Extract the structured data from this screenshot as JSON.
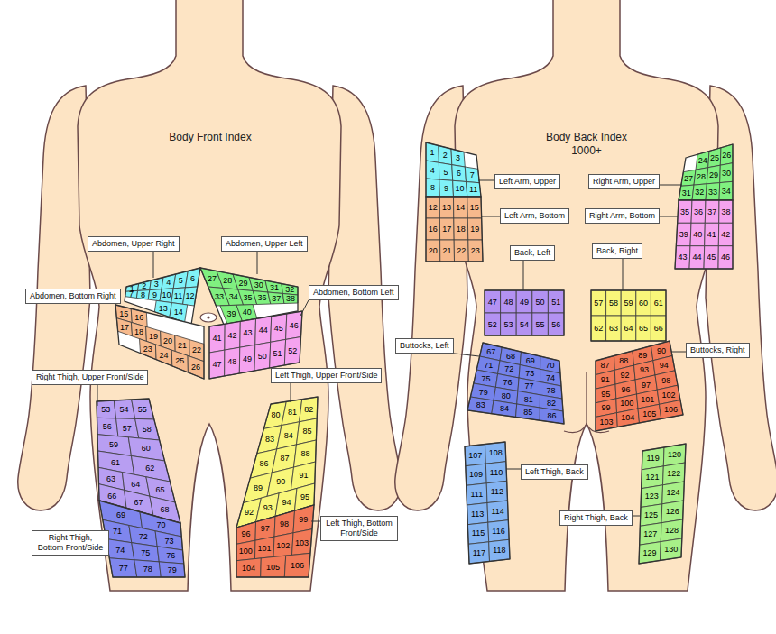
{
  "diagram": {
    "nodes": [
      {
        "text": [
          "Abdomen, Upper Right"
        ]
      },
      {
        "text": [
          "Abdomen, Upper Left"
        ]
      },
      {
        "text": [
          "Abdomen, Bottom Right"
        ]
      },
      {
        "text": [
          "Abdomen, Bottom Left"
        ]
      },
      {
        "text": [
          "Right Thigh, Upper Front/Side"
        ]
      },
      {
        "text": [
          "Left Thigh, Upper Front/Side"
        ]
      },
      {
        "text": [
          "Right Thigh, Bottom Front/Side"
        ]
      },
      {
        "text": [
          "Left Thigh, Bottom Front/Side"
        ]
      },
      {
        "text": [
          "Left Arm, Upper"
        ]
      },
      {
        "text": [
          "Left Arm, Bottom"
        ]
      },
      {
        "text": [
          "Right Arm, Upper"
        ]
      },
      {
        "text": [
          "Right Arm, Bottom"
        ]
      },
      {
        "text": [
          "Back, Left"
        ]
      },
      {
        "text": [
          "Back, Right"
        ]
      },
      {
        "text": [
          "Buttocks, Left"
        ]
      },
      {
        "text": [
          "Buttocks, Right"
        ]
      },
      {
        "text": [
          "Left Thigh, Back"
        ]
      },
      {
        "text": [
          "Right Thigh, Back"
        ]
      }
    ],
    "labels": [
      "Body Front Index",
      "Body Back Index",
      "1000+",
      "1",
      "2",
      "3",
      "4",
      "5",
      "6",
      "7",
      "8",
      "9",
      "10",
      "11",
      "12",
      "13",
      "14",
      "15",
      "16",
      "17",
      "18",
      "19",
      "20",
      "21",
      "22",
      "23",
      "24",
      "25",
      "26",
      "27",
      "28",
      "29",
      "30",
      "31",
      "32",
      "33",
      "34",
      "35",
      "36",
      "37",
      "38",
      "39",
      "40",
      "41",
      "42",
      "43",
      "44",
      "45",
      "46",
      "47",
      "48",
      "49",
      "50",
      "51",
      "52",
      "53",
      "54",
      "55",
      "56",
      "57",
      "58",
      "59",
      "60",
      "61",
      "62",
      "63",
      "64",
      "65",
      "66",
      "67",
      "68",
      "69",
      "70",
      "71",
      "72",
      "73",
      "74",
      "75",
      "76",
      "77",
      "78",
      "79",
      "80",
      "81",
      "82",
      "83",
      "84",
      "85",
      "86",
      "87",
      "88",
      "89",
      "90",
      "91",
      "92",
      "93",
      "94",
      "95",
      "96",
      "97",
      "98",
      "99",
      "100",
      "101",
      "102",
      "103",
      "104",
      "105",
      "106",
      "1",
      "2",
      "3",
      "4",
      "5",
      "6",
      "7",
      "8",
      "9",
      "10",
      "11",
      "12",
      "13",
      "14",
      "15",
      "16",
      "17",
      "18",
      "19",
      "20",
      "21",
      "22",
      "23",
      "24",
      "25",
      "26",
      "27",
      "28",
      "29",
      "30",
      "31",
      "32",
      "33",
      "34",
      "35",
      "36",
      "37",
      "38",
      "39",
      "40",
      "41",
      "42",
      "43",
      "44",
      "45",
      "46",
      "47",
      "48",
      "49",
      "50",
      "51",
      "52",
      "53",
      "54",
      "55",
      "56",
      "57",
      "58",
      "59",
      "60",
      "61",
      "62",
      "63",
      "64",
      "65",
      "66",
      "67",
      "68",
      "69",
      "70",
      "71",
      "72",
      "73",
      "74",
      "75",
      "76",
      "77",
      "78",
      "79",
      "80",
      "81",
      "82",
      "83",
      "84",
      "85",
      "86",
      "87",
      "88",
      "89",
      "90",
      "91",
      "92",
      "93",
      "94",
      "95",
      "96",
      "97",
      "98",
      "99",
      "100",
      "101",
      "102",
      "103",
      "104",
      "105",
      "106",
      "107",
      "108",
      "109",
      "110",
      "111",
      "112",
      "113",
      "114",
      "115",
      "116",
      "117",
      "118",
      "119",
      "120",
      "121",
      "122",
      "123",
      "124",
      "125",
      "126",
      "127",
      "128",
      "129",
      "130"
    ]
  }
}
